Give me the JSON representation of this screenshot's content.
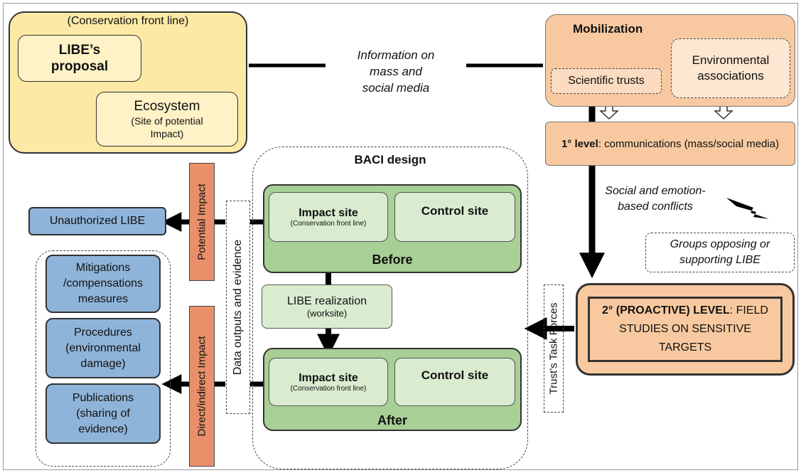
{
  "conservation_box": {
    "header": "(Conservation front line)",
    "proposal": "LIBE’s proposal",
    "ecosystem_title": "Ecosystem",
    "ecosystem_sub": "(Site of potential Impact)"
  },
  "info_text": "Information on mass and social media",
  "mobilization": {
    "title": "Mobilization",
    "scientific_trusts": "Scientific trusts",
    "environmental_associations": "Environmental associations"
  },
  "level1": {
    "bold": "1° level",
    "rest": ": communications (mass/social media)"
  },
  "social_conflicts": "Social and emotion-based conflicts",
  "groups_box": "Groups opposing or supporting LIBE",
  "level2": {
    "bold": "2° (PROACTIVE) LEVEL",
    "rest": "FIELD STUDIES ON SENSITIVE TARGETS"
  },
  "trust_task_forces": "Trust’s Task Forces",
  "baci": {
    "title": "BACI design",
    "impact_site": "Impact site",
    "impact_sub": "(Conservation front line)",
    "control_site": "Control site",
    "before": "Before",
    "after": "After",
    "realization": "LIBE realization",
    "worksite": "(worksite)"
  },
  "data_outputs": "Data outputs and evidence",
  "potential_impact": "Potential Impact",
  "direct_indirect_impact": "Direct/indirect Impact",
  "unauthorized": "Unauthorized LIBE",
  "outputs": {
    "mitigations": "Mitigations /compensations measures",
    "procedures": "Procedures (environmental damage)",
    "publications": "Publications (sharing of evidence)"
  },
  "colors": {
    "yellow": "#fde9a6",
    "orange": "#f8c9a0",
    "green": "#a8cf96",
    "light_green": "#d9ecd0",
    "blue": "#8fb4d9",
    "salmon": "#e9906a"
  }
}
